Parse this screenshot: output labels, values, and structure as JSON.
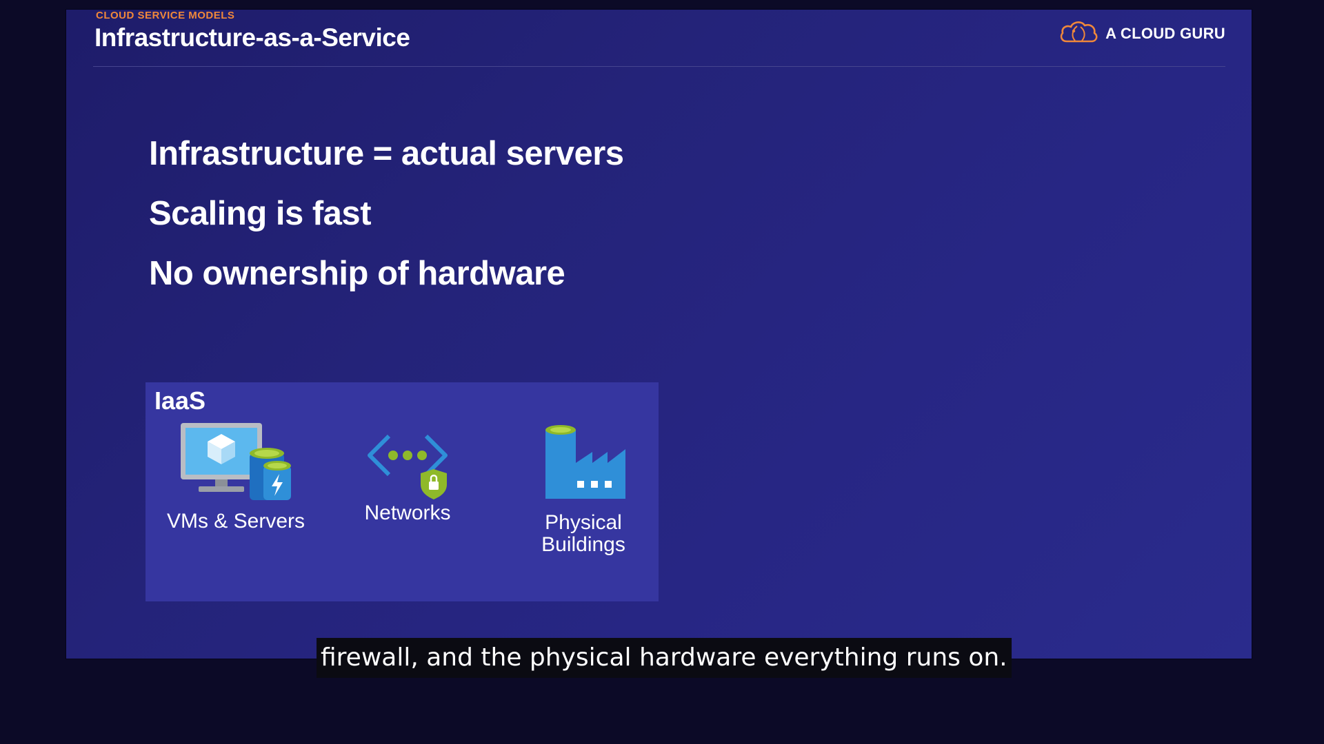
{
  "slide": {
    "section": "CLOUD SERVICE MODELS",
    "title": "Infrastructure-as-a-Service",
    "brand": {
      "name": "A CLOUD GURU",
      "icon": "cloud-logo-icon",
      "accent": "#f0883a"
    }
  },
  "bullets": [
    "Infrastructure = actual servers",
    "Scaling is fast",
    "No ownership of hardware"
  ],
  "iaas": {
    "label": "IaaS",
    "items": [
      {
        "label": "VMs & Servers",
        "icon": "vm-server-icon"
      },
      {
        "label": "Networks",
        "icon": "network-icon"
      },
      {
        "label_line1": "Physical",
        "label_line2": "Buildings",
        "icon": "building-icon"
      }
    ]
  },
  "caption": {
    "text": "firewall, and the physical hardware everything runs on."
  },
  "colors": {
    "slide_bg": "#242379",
    "card_bg": "#3636a0",
    "icon_blue": "#2f8fd8",
    "icon_green": "#8fb92a"
  }
}
